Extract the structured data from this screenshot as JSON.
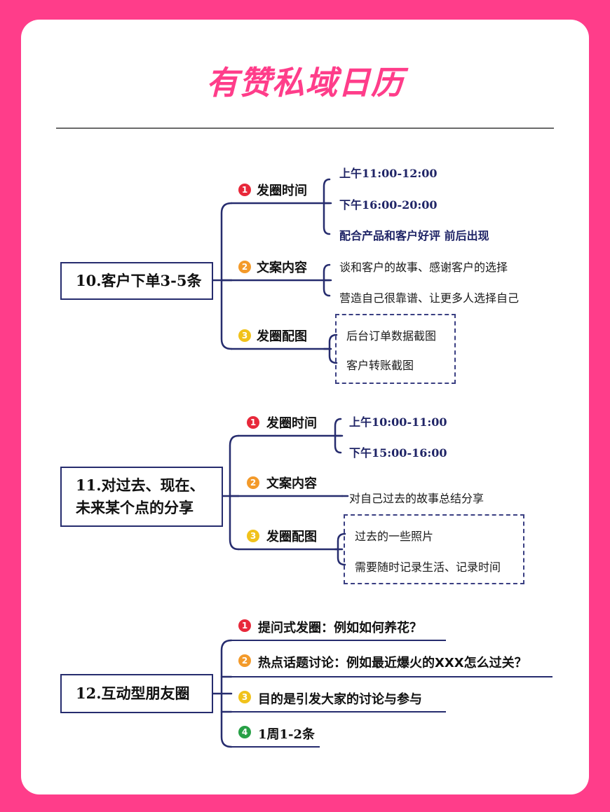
{
  "title": "有赞私域日历",
  "sections": [
    {
      "root": "10.客户下单3-5条",
      "branches": [
        {
          "num": "1",
          "label": "发圈时间",
          "leaves": [
            "上午11:00-12:00",
            "下午16:00-20:00",
            "配合产品和客户好评 前后出现"
          ]
        },
        {
          "num": "2",
          "label": "文案内容",
          "leaves": [
            "谈和客户的故事、感谢客户的选择",
            "营造自己很靠谱、让更多人选择自己"
          ]
        },
        {
          "num": "3",
          "label": "发圈配图",
          "leaves": [
            "后台订单数据截图",
            "客户转账截图"
          ]
        }
      ]
    },
    {
      "root_line1": "11.对过去、现在、",
      "root_line2": "未来某个点的分享",
      "branches": [
        {
          "num": "1",
          "label": "发圈时间",
          "leaves": [
            "上午10:00-11:00",
            "下午15:00-16:00"
          ]
        },
        {
          "num": "2",
          "label": "文案内容",
          "leaves": [
            "对自己过去的故事总结分享"
          ]
        },
        {
          "num": "3",
          "label": "发圈配图",
          "leaves": [
            "过去的一些照片",
            "需要随时记录生活、记录时间"
          ]
        }
      ]
    },
    {
      "root": "12.互动型朋友圈",
      "items": [
        {
          "num": "1",
          "text": "提问式发圈：例如如何养花？"
        },
        {
          "num": "2",
          "text": "热点话题讨论：例如最近爆火的XXX怎么过关？"
        },
        {
          "num": "3",
          "text": "目的是引发大家的讨论与参与"
        },
        {
          "num": "4",
          "text": "1周1-2条"
        }
      ]
    }
  ],
  "colors": {
    "background": "#ff3d8a",
    "line": "#262c6e",
    "badge_1": "#e8283a",
    "badge_2": "#f39a2a",
    "badge_3": "#f1c21b",
    "badge_4": "#27a046"
  }
}
